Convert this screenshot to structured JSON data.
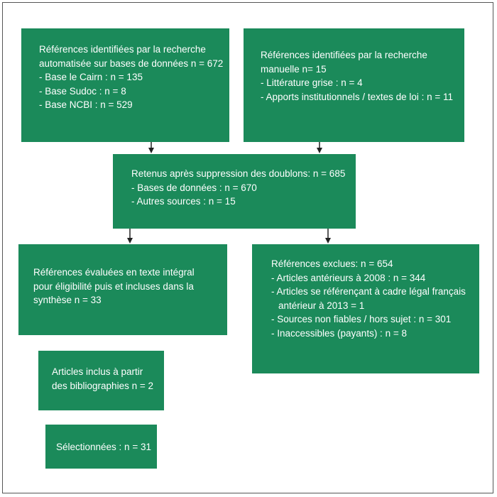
{
  "boxes": {
    "auto_search": {
      "title_line1": "Références identifiées par la recherche",
      "title_line2": "automatisée sur bases de données n = 672",
      "items": [
        "- Base le Cairn : n = 135",
        "- Base Sudoc : n = 8",
        "- Base NCBI : n = 529"
      ]
    },
    "manual_search": {
      "title_line1": "Références identifiées par la recherche",
      "title_line2": "manuelle n= 15",
      "items": [
        "- Littérature grise : n = 4",
        "- Apports institutionnels / textes de loi : n = 11"
      ]
    },
    "deduplicated": {
      "title": "Retenus après suppression des doublons: n = 685",
      "items": [
        "- Bases de données : n = 670",
        "- Autres sources : n = 15"
      ]
    },
    "full_text": {
      "line1": "Références évaluées en texte intégral",
      "line2": "pour éligibilité puis et incluses dans la",
      "line3": "synthèse n = 33"
    },
    "excluded": {
      "title": "Références exclues: n = 654",
      "items": [
        "- Articles antérieurs à 2008 : n = 344",
        "- Articles se référençant à cadre légal français",
        "antérieur à 2013 = 1",
        "- Sources non fiables / hors sujet : n = 301",
        "- Inaccessibles (payants) : n = 8"
      ]
    },
    "bibliographies": {
      "line1": "Articles inclus à partir",
      "line2": "des bibliographies n = 2"
    },
    "selected": {
      "label": "Sélectionnées : n = 31"
    }
  },
  "colors": {
    "box_fill": "#1b8a5a",
    "box_text": "#ffffff",
    "arrow": "#222222",
    "border": "#555555"
  }
}
